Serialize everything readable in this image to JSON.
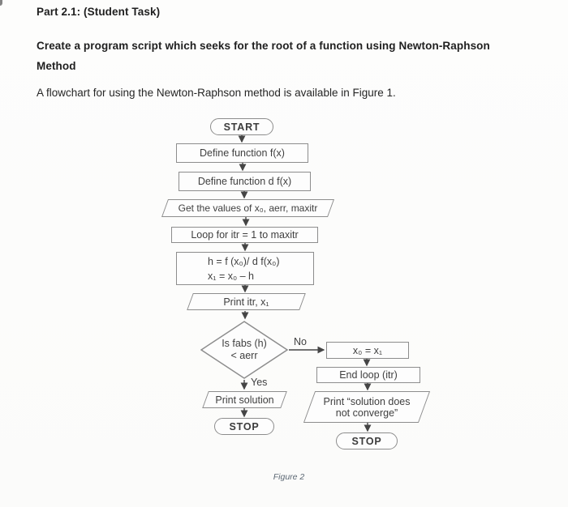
{
  "document": {
    "heading": "Part 2.1: (Student Task)",
    "task_lines": [
      "Create a program script which seeks for the root of a function using Newton-Raphson",
      "Method"
    ],
    "intro": "A flowchart for using the Newton-Raphson method is available in Figure 1.",
    "figure_caption": "Figure 2"
  },
  "flowchart": {
    "start": "START",
    "define_fx": "Define function f(x)",
    "define_dfx": "Define function d f(x)",
    "get_values": "Get the values of x₀, aerr, maxitr",
    "loop": "Loop for itr = 1 to maxitr",
    "compute_lines": [
      "h = f (x₀)/ d f(x₀)",
      "x₁ = x₀ – h"
    ],
    "decision_lines": [
      "Is fabs (h)",
      "< aerr"
    ],
    "branch_no": "No",
    "branch_yes": "Yes",
    "assign": "x₀ = x₁",
    "end_loop": "End loop (itr)",
    "print_itr": "Print itr, x₁",
    "print_solution": "Print solution",
    "print_no_converge_lines": [
      "Print “solution does",
      "not converge”"
    ],
    "stop_left": "STOP",
    "stop_right": "STOP"
  },
  "colors": {
    "background": "#fbfbfa",
    "shape_border": "#8d8d8d",
    "shape_fill": "#fdfdfd",
    "arrow": "#454545",
    "node_text": "#3f3f3f",
    "heading_text": "#1f1f1f",
    "caption_text": "#5c6874"
  }
}
